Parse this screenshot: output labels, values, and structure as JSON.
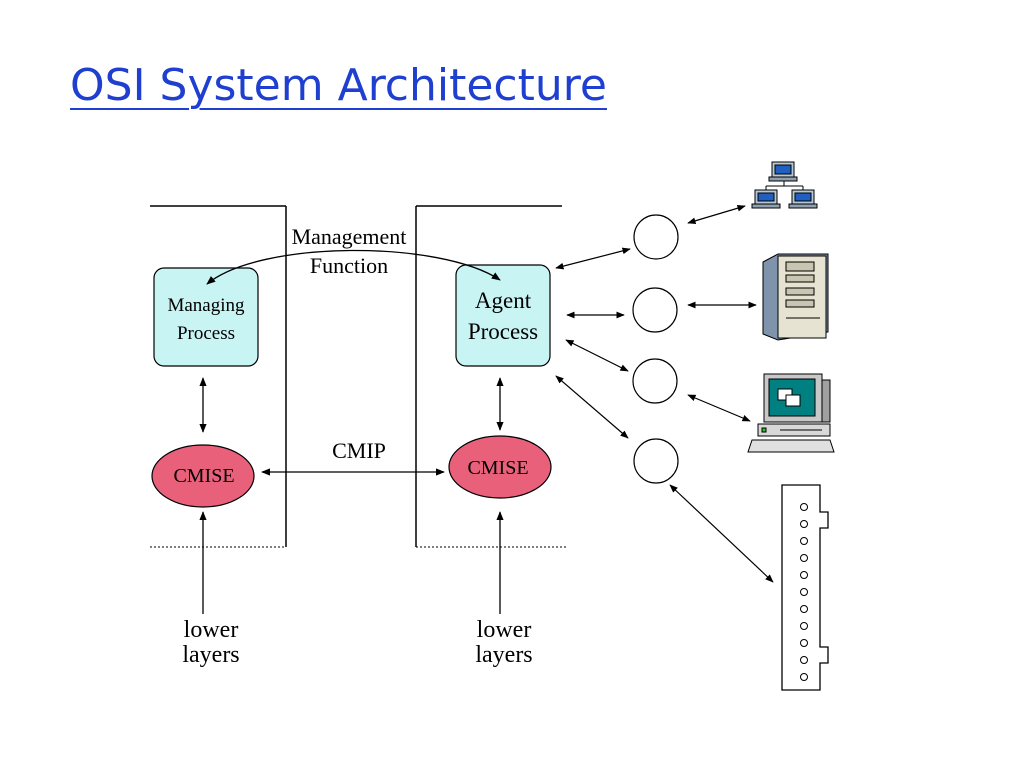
{
  "title": "OSI System Architecture",
  "labels": {
    "management_function_line1": "Management",
    "management_function_line2": "Function",
    "managing_process_line1": "Managing",
    "managing_process_line2": "Process",
    "agent_process_line1": "Agent",
    "agent_process_line2": "Process",
    "cmise_left": "CMISE",
    "cmise_right": "CMISE",
    "cmip": "CMIP",
    "lower_left_line1": "lower",
    "lower_left_line2": "layers",
    "lower_right_line1": "lower",
    "lower_right_line2": "layers"
  },
  "colors": {
    "title": "#1f3fd0",
    "process_box_fill": "#c8f4f4",
    "cmise_fill": "#e8607a"
  },
  "icons": [
    "network-icon",
    "server-tower-icon",
    "desktop-computer-icon",
    "patch-panel-icon"
  ]
}
